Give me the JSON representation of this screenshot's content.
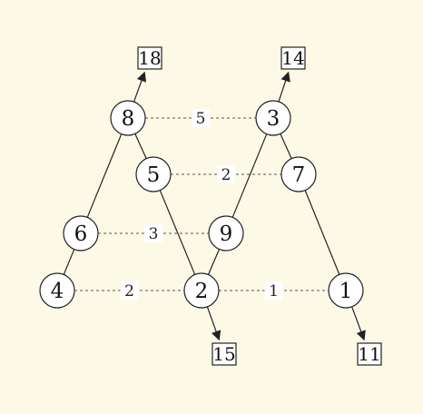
{
  "colors": {
    "background": "#fdf9e7",
    "stroke": "#222222",
    "node_fill": "#ffffff",
    "dashed": "#555555",
    "label_bg": "#ffffff"
  },
  "nodes": [
    {
      "id": "n8",
      "label": "8"
    },
    {
      "id": "n3",
      "label": "3"
    },
    {
      "id": "n5",
      "label": "5"
    },
    {
      "id": "n7",
      "label": "7"
    },
    {
      "id": "n6",
      "label": "6"
    },
    {
      "id": "n9",
      "label": "9"
    },
    {
      "id": "n4",
      "label": "4"
    },
    {
      "id": "n2",
      "label": "2"
    },
    {
      "id": "n1",
      "label": "1"
    }
  ],
  "boxes": [
    {
      "id": "b18",
      "label": "18"
    },
    {
      "id": "b14",
      "label": "14"
    },
    {
      "id": "b15",
      "label": "15"
    },
    {
      "id": "b11",
      "label": "11"
    }
  ],
  "edges": [
    {
      "from": "n4",
      "to": "n6"
    },
    {
      "from": "n6",
      "to": "n8"
    },
    {
      "from": "n8",
      "to": "n5"
    },
    {
      "from": "n5",
      "to": "n2"
    },
    {
      "from": "n2",
      "to": "n9"
    },
    {
      "from": "n9",
      "to": "n3"
    },
    {
      "from": "n3",
      "to": "n7"
    },
    {
      "from": "n7",
      "to": "n1"
    }
  ],
  "arrows": [
    {
      "from": "n8",
      "to": "b18"
    },
    {
      "from": "n3",
      "to": "b14"
    },
    {
      "from": "n2",
      "to": "b15"
    },
    {
      "from": "n1",
      "to": "b11"
    }
  ],
  "dashed_links": [
    {
      "from": "n8",
      "to": "n3",
      "weight": "5"
    },
    {
      "from": "n5",
      "to": "n7",
      "weight": "2"
    },
    {
      "from": "n6",
      "to": "n9",
      "weight": "3"
    },
    {
      "from": "n4",
      "to": "n2",
      "weight": "2"
    },
    {
      "from": "n2",
      "to": "n1",
      "weight": "1"
    }
  ]
}
